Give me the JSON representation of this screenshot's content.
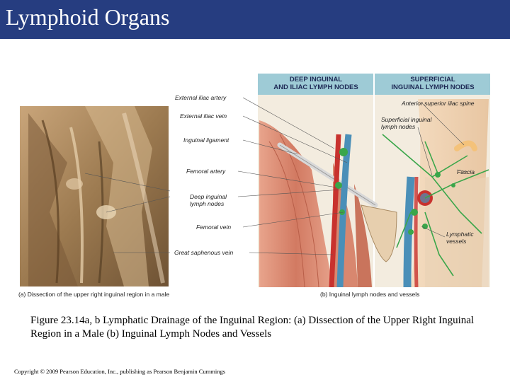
{
  "slide": {
    "title": "Lymphoid Organs"
  },
  "figure": {
    "headers": {
      "deep": "DEEP INGUINAL\nAND ILIAC LYMPH NODES",
      "superficial": "SUPERFICIAL\nINGUINAL LYMPH NODES"
    },
    "left_labels": [
      "External iliac artery",
      "External iliac vein",
      "Inguinal ligament",
      "Femoral artery",
      "Deep inguinal\nlymph nodes",
      "Femoral vein",
      "Great saphenous vein"
    ],
    "right_labels": [
      "Anterior superior iliac spine",
      "Superficial inguinal\nlymph nodes",
      "Fascia",
      "Lymphatic\nvessels"
    ],
    "panel_a_caption": "(a) Dissection of the upper right inguinal region in a male",
    "panel_b_caption": "(b) Inguinal lymph nodes and vessels",
    "colors": {
      "header_bg": "#9ecbd6",
      "artery": "#c8322e",
      "vein": "#4a8fb8",
      "lymph": "#3aa64a",
      "muscle": "#d98872",
      "cadaver": "#b08a5e"
    }
  },
  "caption": "Figure 23.14a, b Lymphatic Drainage of the Inguinal Region: (a) Dissection of the Upper Right Inguinal Region in a Male (b) Inguinal Lymph Nodes and Vessels",
  "copyright": "Copyright © 2009 Pearson Education, Inc., publishing as Pearson Benjamin Cummings"
}
